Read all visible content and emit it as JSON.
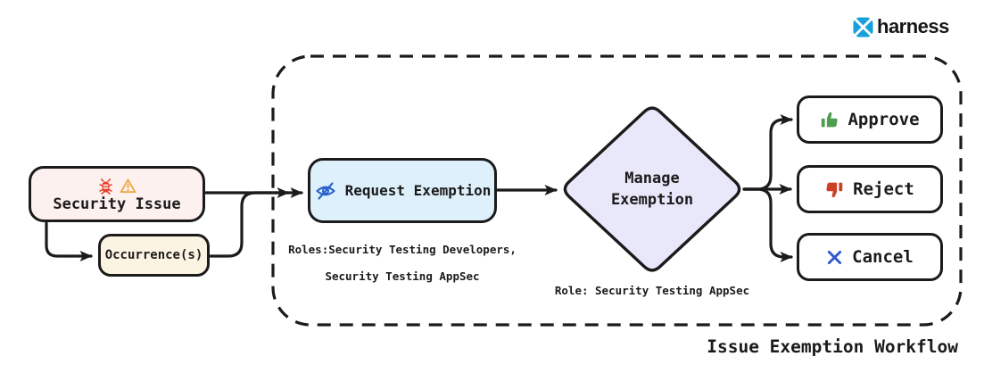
{
  "brand": {
    "name": "harness"
  },
  "workflow": {
    "title": "Issue Exemption Workflow",
    "nodes": {
      "security_issue": {
        "label": "Security Issue",
        "icons": [
          "bug-icon",
          "warning-icon"
        ]
      },
      "occurrence": {
        "label": "Occurrence(s)"
      },
      "request_exemption": {
        "label": "Request Exemption",
        "icon": "eye-slash-icon",
        "roles_line1": "Roles:Security Testing Developers,",
        "roles_line2": "Security Testing AppSec"
      },
      "manage_exemption": {
        "label_line1": "Manage",
        "label_line2": "Exemption",
        "role_note": "Role: Security Testing AppSec"
      },
      "approve": {
        "label": "Approve",
        "icon": "thumbs-up-icon"
      },
      "reject": {
        "label": "Reject",
        "icon": "thumbs-down-icon"
      },
      "cancel": {
        "label": "Cancel",
        "icon": "x-icon"
      }
    }
  },
  "colors": {
    "ink": "#1b1b1b",
    "brand-blue": "#18a0dc",
    "security-fill": "#fdf1ef",
    "occurrence-fill": "#fcf4e2",
    "request-fill": "#def0fb",
    "diamond-fill": "#e9e7fa",
    "action-fill": "#ffffff",
    "bug-red": "#e2432e",
    "warn-orange": "#efa33f",
    "eye-blue": "#2a62c9",
    "approve-green": "#4f9d4e",
    "reject-red": "#cc4125",
    "cancel-blue": "#2d56cc"
  }
}
